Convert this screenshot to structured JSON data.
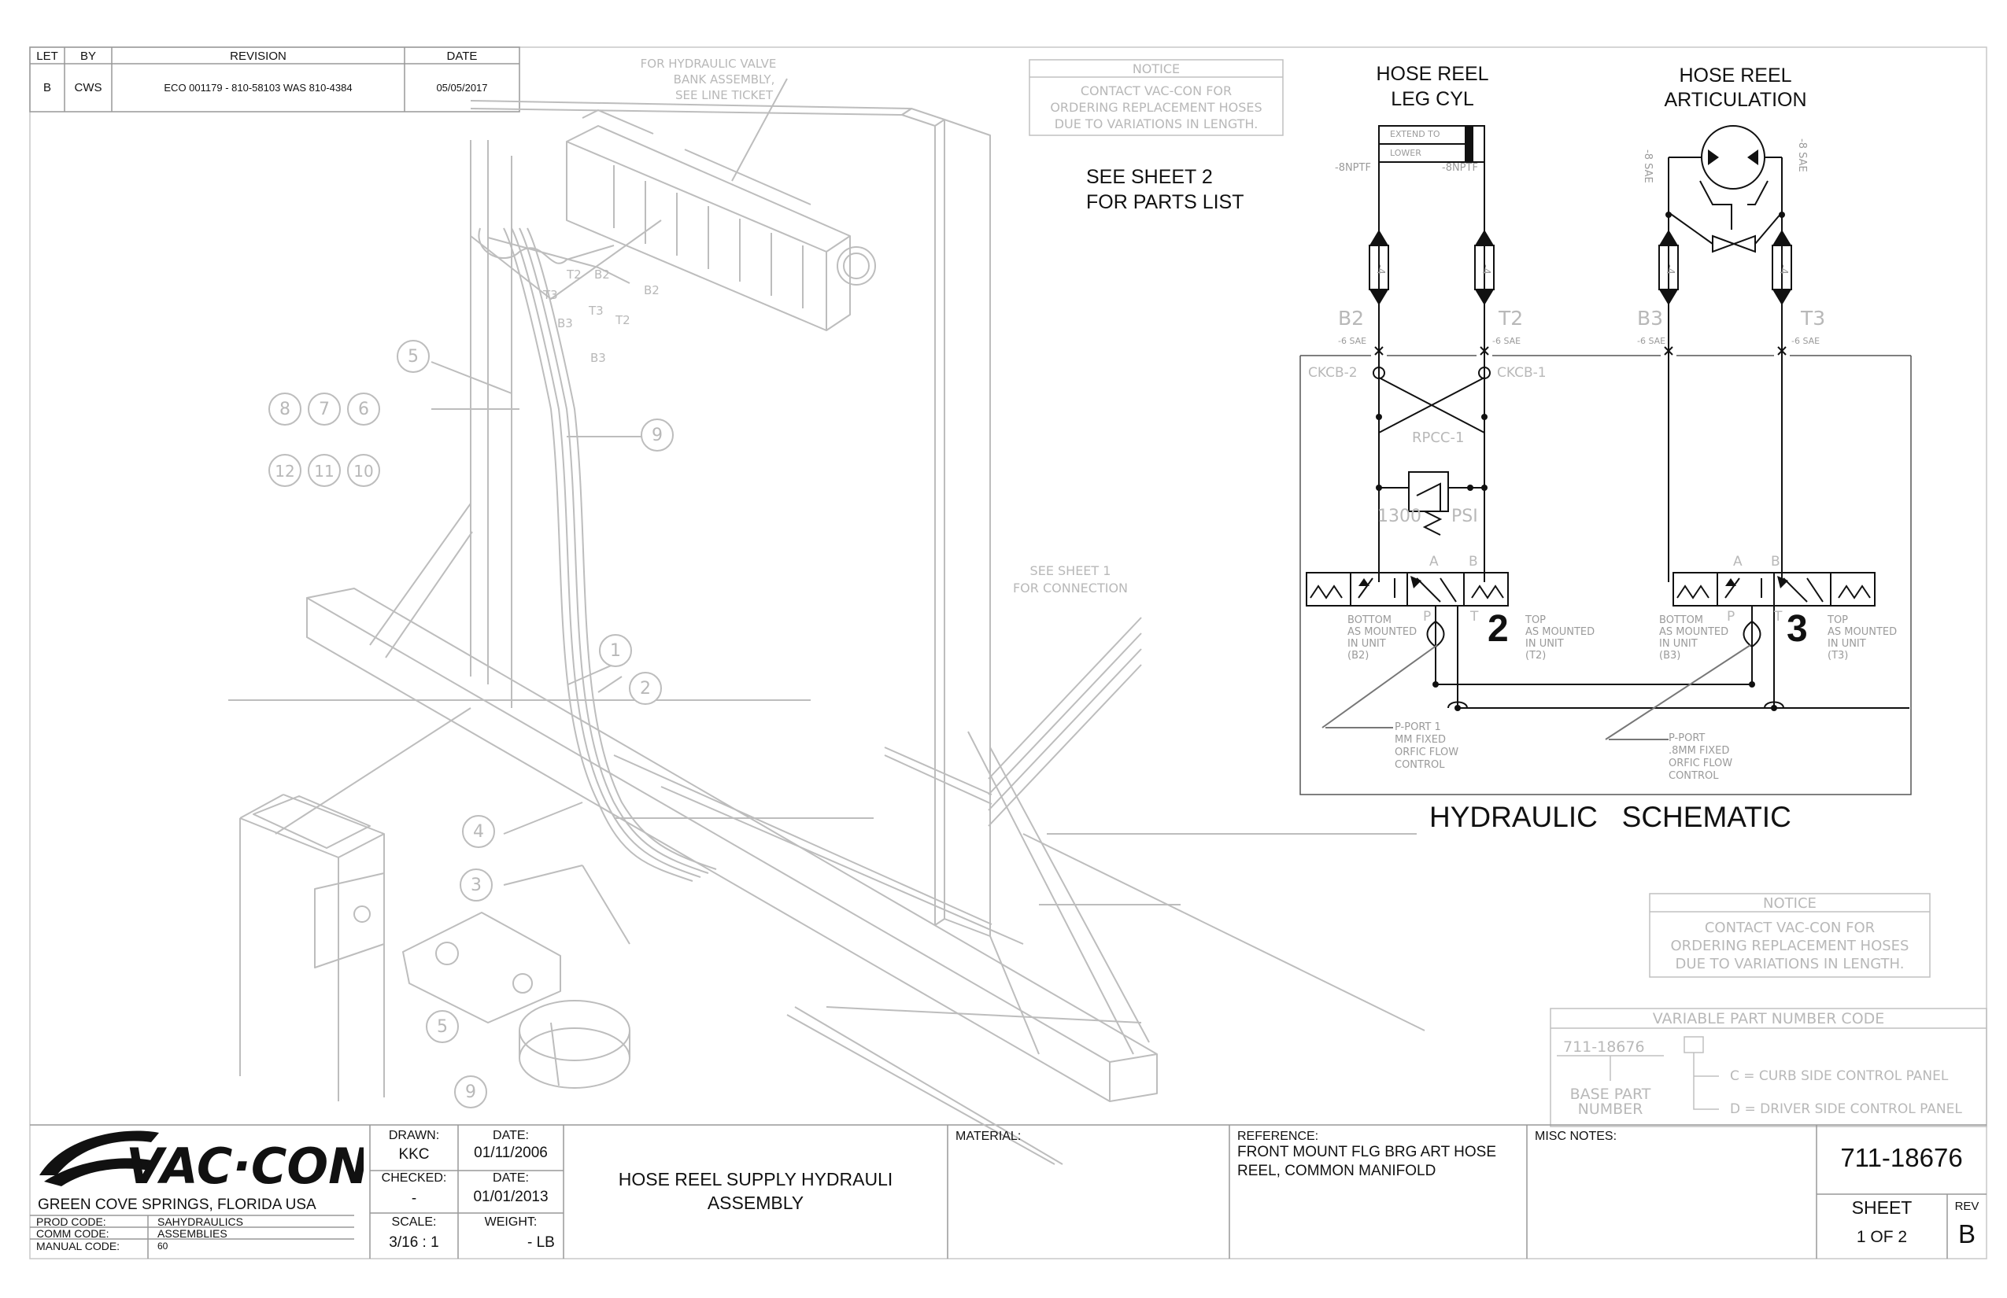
{
  "revision_table": {
    "headers": [
      "LET",
      "BY",
      "REVISION",
      "DATE"
    ],
    "rows": [
      [
        "B",
        "CWS",
        "ECO 001179 - 810-58103 WAS 810-4384",
        "05/05/2017"
      ]
    ]
  },
  "notes": {
    "valve_note": [
      "FOR HYDRAULIC VALVE",
      "BANK ASSEMBLY,",
      "SEE LINE TICKET"
    ],
    "notice_top": {
      "title": "NOTICE",
      "lines": [
        "CONTACT VAC-CON FOR",
        "ORDERING REPLACEMENT HOSES",
        "DUE TO VARIATIONS IN LENGTH."
      ]
    },
    "notice_bottom": {
      "title": "NOTICE",
      "lines": [
        "CONTACT VAC-CON FOR",
        "ORDERING REPLACEMENT HOSES",
        "DUE TO VARIATIONS IN LENGTH."
      ]
    },
    "see_sheet2": [
      "SEE SHEET 2",
      "FOR PARTS LIST"
    ],
    "see_sheet1": [
      "SEE SHEET 1",
      "FOR CONNECTION"
    ]
  },
  "drawing": {
    "callouts": [
      "5",
      "8",
      "7",
      "6",
      "12",
      "11",
      "10",
      "9",
      "1",
      "2",
      "4",
      "3",
      "5",
      "9"
    ],
    "port_labels": [
      "T2",
      "B2",
      "T3",
      "T3",
      "B3",
      "B2",
      "T2",
      "B3"
    ]
  },
  "schematic": {
    "title": "HYDRAULIC   SCHEMATIC",
    "leg_cyl_title": [
      "HOSE REEL",
      "LEG CYL"
    ],
    "articulation_title": [
      "HOSE REEL",
      "ARTICULATION"
    ],
    "cyl_labels": [
      "EXTEND TO",
      "LOWER"
    ],
    "fittings": [
      "-8NPTF",
      "-8NPTF",
      "-8 SAE",
      "-8 SAE",
      "-4",
      "-4",
      "-4",
      "-4"
    ],
    "ports": [
      "B2",
      "T2",
      "B3",
      "T3"
    ],
    "port_sizes": [
      "-6 SAE",
      "-6 SAE",
      "-6 SAE",
      "-6 SAE"
    ],
    "check_valves": [
      "CKCB-2",
      "CKCB-1"
    ],
    "relief": {
      "name": "RPCC-1",
      "pressure": "1300",
      "unit": "PSI"
    },
    "valve_ports": [
      "A",
      "B",
      "P",
      "T",
      "A",
      "B",
      "P",
      "T"
    ],
    "section_numbers": [
      "2",
      "3"
    ],
    "left_labels": [
      [
        "BOTTOM",
        "AS MOUNTED",
        "IN UNIT",
        "(B2)"
      ],
      [
        "TOP",
        "AS MOUNTED",
        "IN UNIT",
        "(T2)"
      ]
    ],
    "right_labels": [
      [
        "BOTTOM",
        "AS MOUNTED",
        "IN UNIT",
        "(B3)"
      ],
      [
        "TOP",
        "AS MOUNTED",
        "IN UNIT",
        "(T3)"
      ]
    ],
    "orifice_notes": [
      [
        "P-PORT 1",
        "MM FIXED",
        "ORFIC FLOW",
        "CONTROL"
      ],
      [
        "P-PORT",
        ".8MM FIXED",
        "ORFIC FLOW",
        "CONTROL"
      ]
    ]
  },
  "variable_part": {
    "title": "VARIABLE PART NUMBER CODE",
    "base": "711-18676",
    "base_label": [
      "BASE PART",
      "NUMBER"
    ],
    "options": [
      "C = CURB SIDE CONTROL PANEL",
      "D = DRIVER SIDE CONTROL PANEL"
    ]
  },
  "title_block": {
    "company": "VAC·CON",
    "location": "GREEN COVE SPRINGS, FLORIDA USA",
    "codes": [
      {
        "label": "PROD CODE:",
        "value": "SAHYDRAULICS"
      },
      {
        "label": "COMM CODE:",
        "value": "ASSEMBLIES"
      },
      {
        "label": "MANUAL CODE:",
        "value": "60"
      }
    ],
    "drawn_label": "DRAWN:",
    "drawn": "KKC",
    "date1_label": "DATE:",
    "date1": "01/11/2006",
    "checked_label": "CHECKED:",
    "checked": "-",
    "date2_label": "DATE:",
    "date2": "01/01/2013",
    "scale_label": "SCALE:",
    "scale": "3/16 : 1",
    "weight_label": "WEIGHT:",
    "weight": "- LB",
    "title": [
      "HOSE REEL SUPPLY HYDRAULI",
      "ASSEMBLY"
    ],
    "material_label": "MATERIAL:",
    "reference_label": "REFERENCE:",
    "reference": [
      "FRONT MOUNT FLG BRG ART HOSE",
      "REEL, COMMON MANIFOLD"
    ],
    "misc_label": "MISC NOTES:",
    "part_number": "711-18676",
    "sheet_label": "SHEET",
    "sheet": "1 OF 2",
    "rev_label": "REV",
    "rev": "B"
  },
  "colors": {
    "line": "#111111",
    "faint": "#b8b8b8",
    "mid": "#8a8a8a"
  }
}
